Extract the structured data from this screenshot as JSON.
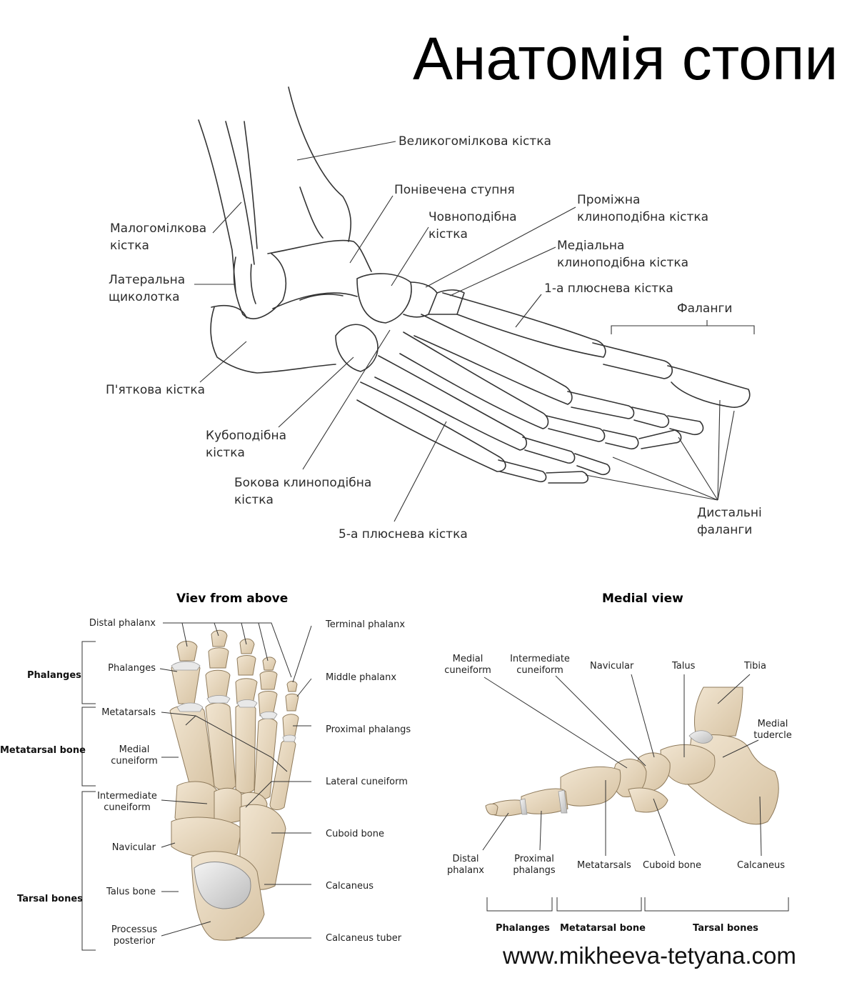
{
  "title": "Анатомія стопи",
  "website": "www.mikheeva-tetyana.com",
  "colors": {
    "bone": "#e6d6bd",
    "bone_shade": "#cdb898",
    "cartilage": "#dcdcdc",
    "line": "#333333"
  },
  "top_diagram": {
    "labels": {
      "tibia": "Великогомілкова кістка",
      "talus": "Понівечена ступня",
      "intermediate_cuneiform": [
        "Проміжна",
        "клиноподібна кістка"
      ],
      "navicular": [
        "Човноподібна",
        "кістка"
      ],
      "fibula": [
        "Малогомілкова",
        "кістка"
      ],
      "medial_cuneiform": [
        "Медіальна",
        "клиноподібна кістка"
      ],
      "lateral_malleolus": [
        "Латеральна",
        "щиколотка"
      ],
      "first_metatarsal": "1-а плюснева кістка",
      "phalanges": "Фаланги",
      "calcaneus": "П'яткова кістка",
      "cuboid": [
        "Кубоподібна",
        "кістка"
      ],
      "lateral_cuneiform": [
        "Бокова клиноподібна",
        "кістка"
      ],
      "distal_phalanges": [
        "Дистальні",
        "фаланги"
      ],
      "fifth_metatarsal": "5-а плюснева кістка"
    }
  },
  "view_above": {
    "heading": "Viev from above",
    "left_labels": {
      "distal_phalanx": "Distal phalanx",
      "phalanges": "Phalanges",
      "metatarsals": "Metatarsals",
      "medial_cuneiform": [
        "Medial",
        "cuneiform"
      ],
      "intermediate_cuneiform": [
        "Intermediate",
        "cuneiform"
      ],
      "navicular": "Navicular",
      "talus_bone": "Talus bone",
      "processus_posterior": [
        "Processus",
        "posterior"
      ]
    },
    "right_labels": {
      "terminal_phalanx": "Terminal phalanx",
      "middle_phalanx": "Middle phalanx",
      "proximal_phalangs": "Proximal phalangs",
      "lateral_cuneiform": "Lateral cuneiform",
      "cuboid_bone": "Cuboid bone",
      "calcaneus": "Calcaneus",
      "calcaneus_tuber": "Calcaneus tuber"
    },
    "groups": {
      "phalanges": "Phalanges",
      "metatarsal": "Metatarsal bone",
      "tarsal": "Tarsal bones"
    }
  },
  "medial_view": {
    "heading": "Medial view",
    "top_labels": {
      "medial_cuneiform": [
        "Medial",
        "cuneiform"
      ],
      "intermediate_cuneiform": [
        "Intermediate",
        "cuneiform"
      ],
      "navicular": "Navicular",
      "talus": "Talus",
      "tibia": "Tibia",
      "medial_tubercle": [
        "Medial",
        "tudercle"
      ]
    },
    "bottom_labels": {
      "distal_phalanx": [
        "Distal",
        "phalanx"
      ],
      "proximal_phalangs": [
        "Proximal",
        "phalangs"
      ],
      "metatarsals": "Metatarsals",
      "cuboid_bone": "Cuboid bone",
      "calcaneus": "Calcaneus"
    },
    "groups": {
      "phalanges": "Phalanges",
      "metatarsal": "Metatarsal bone",
      "tarsal": "Tarsal bones"
    }
  }
}
